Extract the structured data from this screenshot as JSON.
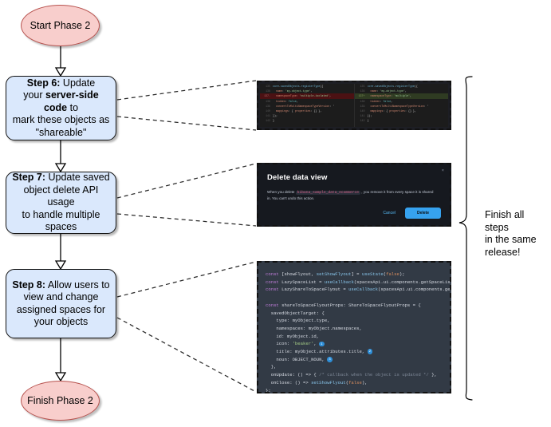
{
  "flow": {
    "start": {
      "label": "Start Phase 2"
    },
    "finish": {
      "label": "Finish Phase 2"
    },
    "steps": [
      {
        "id": "step6",
        "prefix": "Step 6:",
        "line1_rest": " Update",
        "line2_pre": "your ",
        "line2_bold": "server-side code",
        "line2_post": " to",
        "line3": "mark these objects as",
        "line4": "\"shareable\""
      },
      {
        "id": "step7",
        "prefix": "Step 7:",
        "line1_rest": " Update saved",
        "line2": "object delete API usage",
        "line3": "to handle multiple spaces"
      },
      {
        "id": "step8",
        "prefix": "Step 8:",
        "line1_rest": " Allow users to",
        "line2": "view and change",
        "line3": "assigned spaces for",
        "line4": "your objects"
      }
    ]
  },
  "annotation": {
    "brace_label_line1": "Finish all steps",
    "brace_label_line2": "in the same",
    "brace_label_line3": "release!"
  },
  "shots": {
    "register_type_diff": {
      "left": [
        {
          "ln": "135",
          "marker": "",
          "state": "ctx",
          "text": "core.savedObjects.registerType({"
        },
        {
          "ln": "136",
          "marker": "",
          "state": "ctx",
          "text": "  name: 'my-object-type',"
        },
        {
          "ln": "137",
          "marker": "-",
          "state": "del",
          "text": "  namespaceType: 'multiple-isolated',"
        },
        {
          "ln": "138",
          "marker": "",
          "state": "ctx",
          "text": "  hidden: false,"
        },
        {
          "ln": "139",
          "marker": "",
          "state": "ctx",
          "text": "  convertToMultiNamespaceTypeVersion: '"
        },
        {
          "ln": "140",
          "marker": "",
          "state": "ctx",
          "text": "  mappings: { properties: {} },"
        },
        {
          "ln": "141",
          "marker": "",
          "state": "ctx",
          "text": "});"
        },
        {
          "ln": "142",
          "marker": "",
          "state": "ctx",
          "text": "}"
        }
      ],
      "right": [
        {
          "ln": "135",
          "marker": "",
          "state": "ctx",
          "text": "core.savedObjects.registerType({"
        },
        {
          "ln": "136",
          "marker": "",
          "state": "ctx",
          "text": "  name: 'my-object-type',"
        },
        {
          "ln": "137",
          "marker": "+",
          "state": "add",
          "text": "  namespaceType: 'multiple',"
        },
        {
          "ln": "138",
          "marker": "",
          "state": "ctx",
          "text": "  hidden: false,"
        },
        {
          "ln": "139",
          "marker": "",
          "state": "ctx",
          "text": "  convertToMultiNamespaceTypeVersion: '"
        },
        {
          "ln": "140",
          "marker": "",
          "state": "ctx",
          "text": "  mappings: { properties: {} },"
        },
        {
          "ln": "141",
          "marker": "",
          "state": "ctx",
          "text": "});"
        },
        {
          "ln": "142",
          "marker": "",
          "state": "ctx",
          "text": "}"
        }
      ]
    },
    "delete_modal": {
      "title": "Delete data view",
      "body_before": "When you delete ",
      "body_code": "kibana_sample_data_ecommerce",
      "body_after": " , you remove it from every space it is shared in. You can't undo this action.",
      "cancel_label": "Cancel",
      "delete_label": "Delete",
      "close_icon": "×"
    },
    "flyout_code": {
      "lines": [
        "const [showFlyout, setShowFlyout] = useState(false);",
        "const LazySpaceList = useCallback(spacesApi.ui.components.getSpaceLis",
        "const LazyShareToSpaceFlyout = useCallback(spacesApi.ui.components.ge",
        "",
        "const shareToSpaceFlyoutProps: ShareToSpaceFlyoutProps = {",
        "  savedObjectTarget: {",
        "    type: myObject.type,",
        "    namespaces: myObject.namespaces,",
        "    id: myObject.id,",
        "    icon: 'beaker', ❶",
        "    title: myObject.attributes.title, ❷",
        "    noun: OBJECT_NOUN, ❸",
        "  },",
        "  onUpdate: () => { /* callback when the object is updated */ },",
        "  onClose: () => setShowFlyout(false),",
        "};"
      ],
      "callout_numbers": [
        "1",
        "2",
        "3"
      ]
    }
  },
  "colors": {
    "node_fill": "#dae8fc",
    "node_stroke": "#0f0f0f",
    "terminal_fill": "#f8cecc",
    "terminal_stroke": "#b85450",
    "accent_blue": "#36a2ef",
    "diff_delete": "#4b1113",
    "diff_add": "#2f3b22"
  }
}
